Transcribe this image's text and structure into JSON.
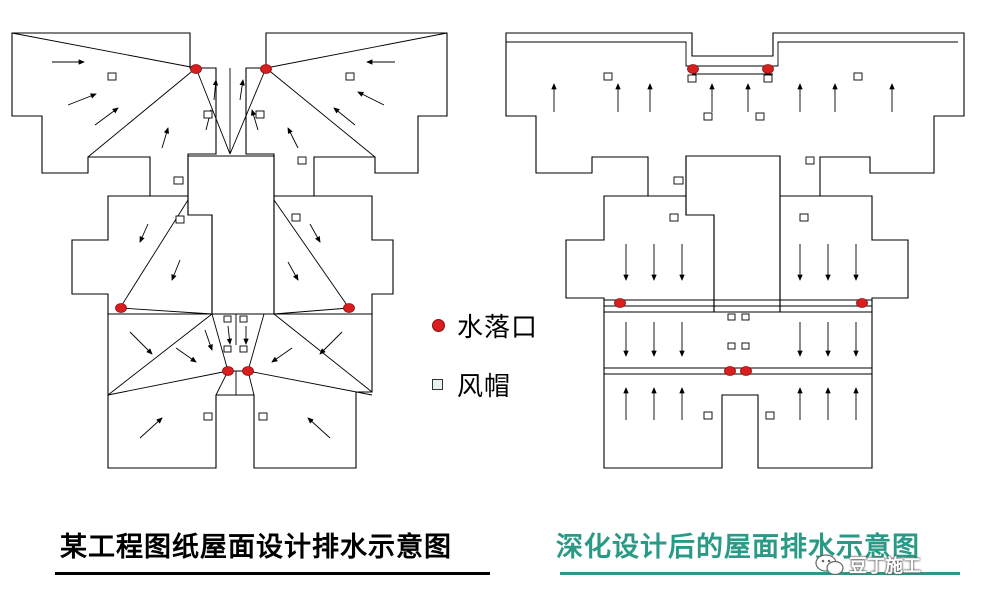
{
  "legend": {
    "drain_label": "水落口",
    "vent_label": "风帽"
  },
  "captions": {
    "left": "某工程图纸屋面设计排水示意图",
    "right": "深化设计后的屋面排水示意图"
  },
  "watermark": {
    "text": "豆丁施工"
  },
  "colors": {
    "outline": "#000000",
    "drain": "#d81e1e",
    "drain_stroke": "#8a1010",
    "vent_fill": "#e6f2ee",
    "caption_right": "#2a9a86",
    "underline_right": "#2a9a86"
  },
  "icons": {
    "drain_marker": "red-dot-icon",
    "vent_marker": "small-square-icon",
    "watermark_logo": "wechat-logo-icon"
  }
}
